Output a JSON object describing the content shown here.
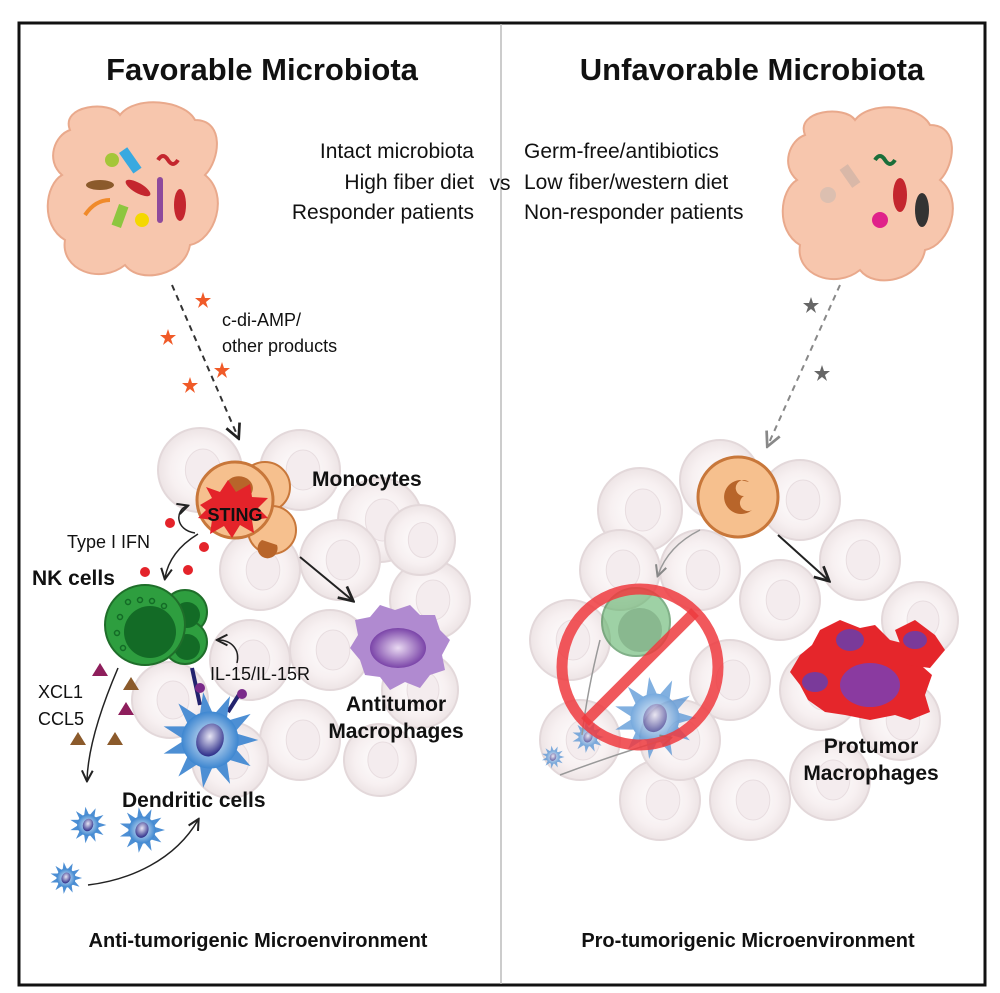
{
  "left_panel": {
    "title": "Favorable Microbiota",
    "conditions": [
      "Intact microbiota",
      "High fiber diet",
      "Responder patients"
    ],
    "product_label": [
      "c-di-AMP/",
      "other products"
    ],
    "monocytes": "Monocytes",
    "sting": "STING",
    "type_i_ifn": "Type I IFN",
    "nk_cells": "NK cells",
    "il15": "IL-15/IL-15R",
    "xcl1": "XCL1",
    "ccl5": "CCL5",
    "macrophages": [
      "Antitumor",
      "Macrophages"
    ],
    "dendritic": "Dendritic cells",
    "footer": "Anti-tumorigenic Microenvironment"
  },
  "vs": "vs",
  "right_panel": {
    "title": "Unfavorable Microbiota",
    "conditions": [
      "Germ-free/antibiotics",
      "Low fiber/western diet",
      "Non-responder patients"
    ],
    "macrophages": [
      "Protumor",
      "Macrophages"
    ],
    "footer": "Pro-tumorigenic Microenvironment"
  },
  "colors": {
    "gut": "#f7c6ad",
    "nk_green": "#2e9e3f",
    "monocyte": "#f6c08e",
    "sting_red": "#e4232a",
    "macrophage_purple": "#9c6fc0",
    "protumor_red": "#e5262b",
    "dc_blue": "#4d8fd4",
    "star_orange": "#f05a28",
    "star_gray": "#666666"
  }
}
